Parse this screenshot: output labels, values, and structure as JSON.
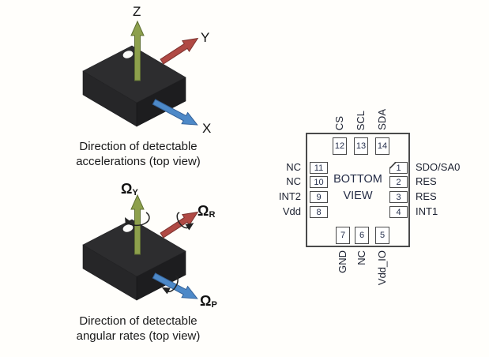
{
  "figures": {
    "accel": {
      "caption_line1": "Direction of detectable",
      "caption_line2": "accelerations (top view)",
      "axes": {
        "z": "Z",
        "y": "Y",
        "x": "X"
      }
    },
    "gyro": {
      "caption_line1": "Direction of detectable",
      "caption_line2": "angular rates (top view)",
      "axes": {
        "yaw": {
          "symbol": "Ω",
          "sub": "Y"
        },
        "roll": {
          "symbol": "Ω",
          "sub": "R"
        },
        "pitch": {
          "symbol": "Ω",
          "sub": "P"
        }
      }
    }
  },
  "pin_diagram": {
    "title_line1": "BOTTOM",
    "title_line2": "VIEW",
    "top_pins": [
      {
        "num": "12",
        "label": "CS"
      },
      {
        "num": "13",
        "label": "SCL"
      },
      {
        "num": "14",
        "label": "SDA"
      }
    ],
    "left_pins": [
      {
        "num": "11",
        "label": "NC"
      },
      {
        "num": "10",
        "label": "NC"
      },
      {
        "num": "9",
        "label": "INT2"
      },
      {
        "num": "8",
        "label": "Vdd"
      }
    ],
    "right_pins": [
      {
        "num": "1",
        "label": "SDO/SA0"
      },
      {
        "num": "2",
        "label": "RES"
      },
      {
        "num": "3",
        "label": "RES"
      },
      {
        "num": "4",
        "label": "INT1"
      }
    ],
    "bottom_pins": [
      {
        "num": "7",
        "label": "GND"
      },
      {
        "num": "6",
        "label": "NC"
      },
      {
        "num": "5",
        "label": "Vdd_IO"
      }
    ]
  },
  "colors": {
    "axis_z_green": "#8da04c",
    "axis_y_red": "#b04944",
    "axis_x_blue": "#4d89c8",
    "chip_top": "#2d2d2f",
    "chip_side_left": "#262628",
    "chip_side_right": "#1d1d1f",
    "package_outline": "#4a4a4a",
    "label_text": "#1c2130",
    "pin_number_text": "#26304d"
  }
}
